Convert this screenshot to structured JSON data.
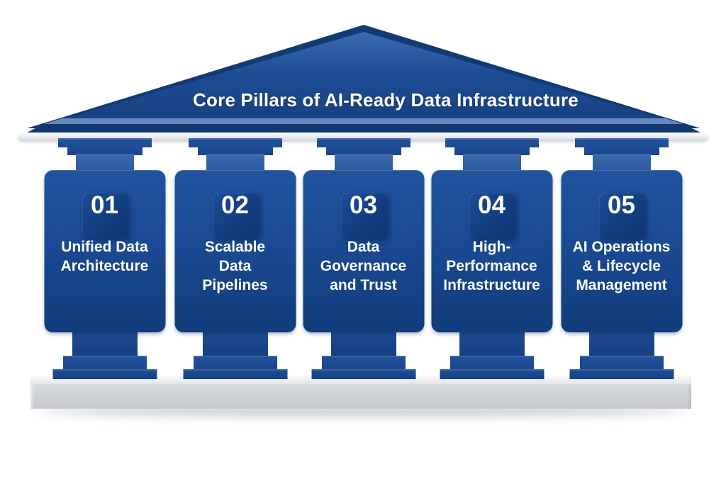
{
  "title": "Core Pillars of AI-Ready Data Infrastructure",
  "colors": {
    "pediment_blue": "#1d4c95",
    "pediment_edge_dark": "#12386f",
    "pediment_stripe_light": "#6c92c8",
    "capital_blue": "#1e4e97",
    "shaft_light_blue": "#2f5fa6",
    "card_navy_top": "#21539f",
    "card_navy_bottom": "#123c7b",
    "diamond_navy": "#133e81",
    "text_white": "#ffffff",
    "platform_gray": "#cdd0d5",
    "background": "#ffffff"
  },
  "pillars": [
    {
      "number": "01",
      "label": "Unified Data\nArchitecture"
    },
    {
      "number": "02",
      "label": "Scalable\nData\nPipelines"
    },
    {
      "number": "03",
      "label": "Data\nGovernance\nand Trust"
    },
    {
      "number": "04",
      "label": "High-\nPerformance\nInfrastructure"
    },
    {
      "number": "05",
      "label": "AI Operations\n& Lifecycle\nManagement"
    }
  ]
}
